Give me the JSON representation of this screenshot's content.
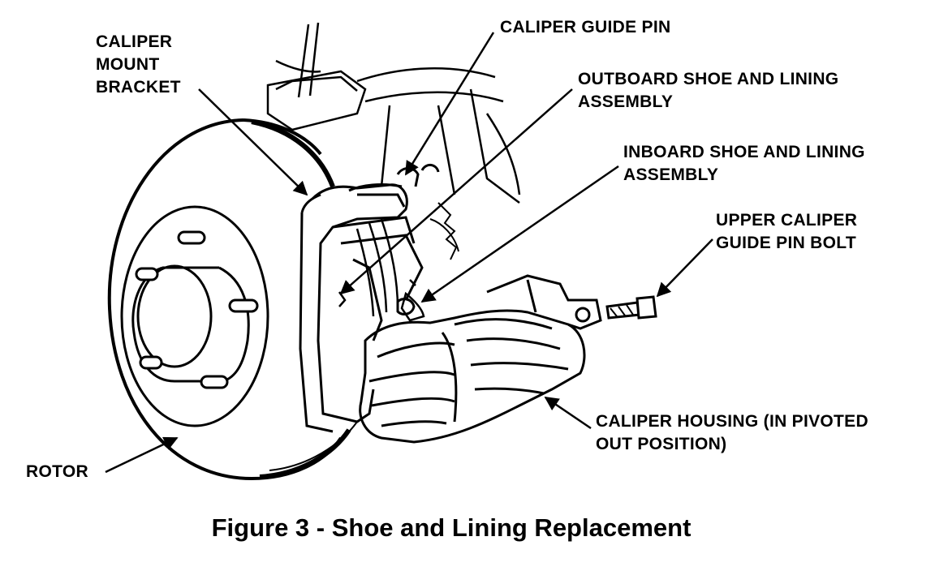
{
  "labels": {
    "caliper_mount_bracket": [
      "CALIPER",
      "MOUNT",
      "BRACKET"
    ],
    "caliper_guide_pin": "CALIPER GUIDE PIN",
    "outboard_shoe": [
      "OUTBOARD SHOE AND LINING",
      "ASSEMBLY"
    ],
    "inboard_shoe": [
      "INBOARD SHOE AND LINING",
      "ASSEMBLY"
    ],
    "upper_guide_pin_bolt": [
      "UPPER CALIPER",
      "GUIDE PIN BOLT"
    ],
    "caliper_housing": [
      "CALIPER HOUSING (IN PIVOTED",
      "OUT POSITION)"
    ],
    "rotor": "ROTOR"
  },
  "caption": "Figure 3 - Shoe and Lining Replacement",
  "colors": {
    "ink": "#000000",
    "paper": "#ffffff"
  }
}
